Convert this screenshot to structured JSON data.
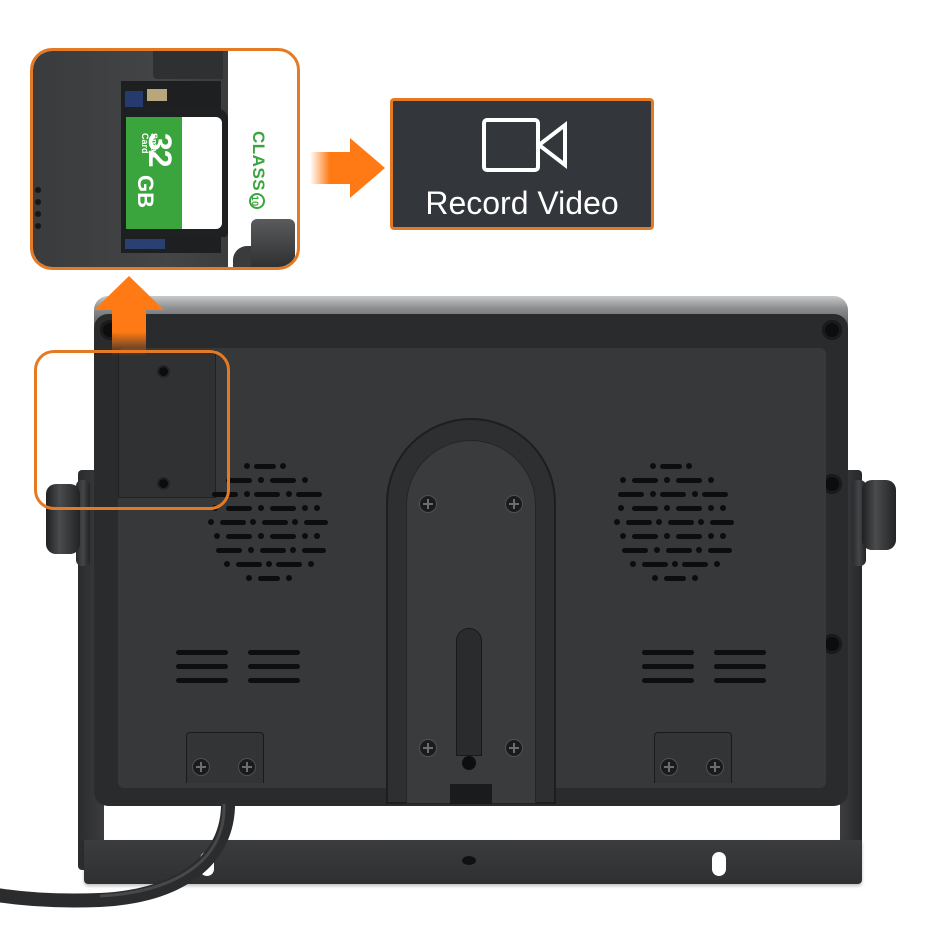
{
  "scene": {
    "description": "Rear view of a car monitor with SD card slot callout",
    "colors": {
      "accent_orange": "#e57a25",
      "card_bg": "#33363a",
      "monitor_body": "#2a2b2d",
      "sd_green": "#3aa53c",
      "background": "#ffffff"
    }
  },
  "callout_inset": {
    "sd_card": {
      "capacity": "32",
      "unit": "GB",
      "brand_line1": "Smart",
      "brand_line2": "Card",
      "speed_class": "CLASS",
      "speed_class_number": "10"
    }
  },
  "feature_card": {
    "icon": "video-camera-icon",
    "label": "Record Video"
  },
  "arrows": {
    "right_arrow": "arrow-right-icon",
    "up_arrow": "arrow-up-icon"
  },
  "monitor": {
    "parts": [
      "sd-card-door",
      "left-speaker-grille",
      "right-speaker-grille",
      "stand-mount",
      "bracket",
      "power-cable",
      "left-knob",
      "right-knob"
    ]
  }
}
